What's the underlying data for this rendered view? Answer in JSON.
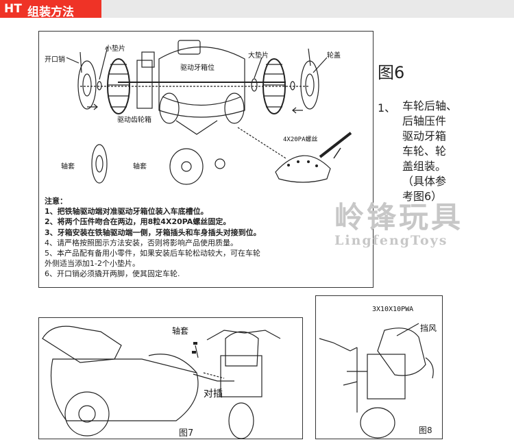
{
  "header": {
    "brand": "HT",
    "title": "组装方法"
  },
  "fig6": {
    "labels": {
      "cotter_pin": "开口销",
      "small_washer": "小垫片",
      "drive_box_slot": "驱动牙箱位",
      "big_washer": "大垫片",
      "wheel_cover": "轮盖",
      "drive_gear_box": "驱动齿轮箱",
      "screw": "4X20PA螺丝",
      "bushing_left": "轴套",
      "bushing_right": "轴套"
    },
    "notes_title": "注意：",
    "notes": [
      "1、把铁轴驱动端对准驱动牙箱位装入车底槽位。",
      "2、将两个压件吻合在两边，用8粒4X20PA螺丝固定。",
      "3、牙箱安装在铁轴驱动端一侧，牙箱插头和车身插头对接到位。",
      "4、请严格按照图示方法安装，否则将影响产品使用质量。",
      "5、本产品配有备用小零件，如果安装后车轮松动较大，可在车轮",
      "外侧适当添加1-2个小垫片。",
      "6、开口销必须撬开两脚，使其固定车轮."
    ]
  },
  "side": {
    "fig_title": "图6",
    "step_num": "1、",
    "step_lines": [
      "车轮后轴、",
      "后轴压件",
      "驱动牙箱",
      "车轮、轮",
      "盖组装。",
      "（具体参",
      "考图6）"
    ]
  },
  "watermark": {
    "cn": "岭锋玩具",
    "en": "LingfengToys"
  },
  "fig7": {
    "bushing": "轴套",
    "plug": "对插",
    "caption": "图7"
  },
  "fig8": {
    "screw": "3X10X10PWA",
    "windshield": "挡风",
    "caption": "图8"
  }
}
